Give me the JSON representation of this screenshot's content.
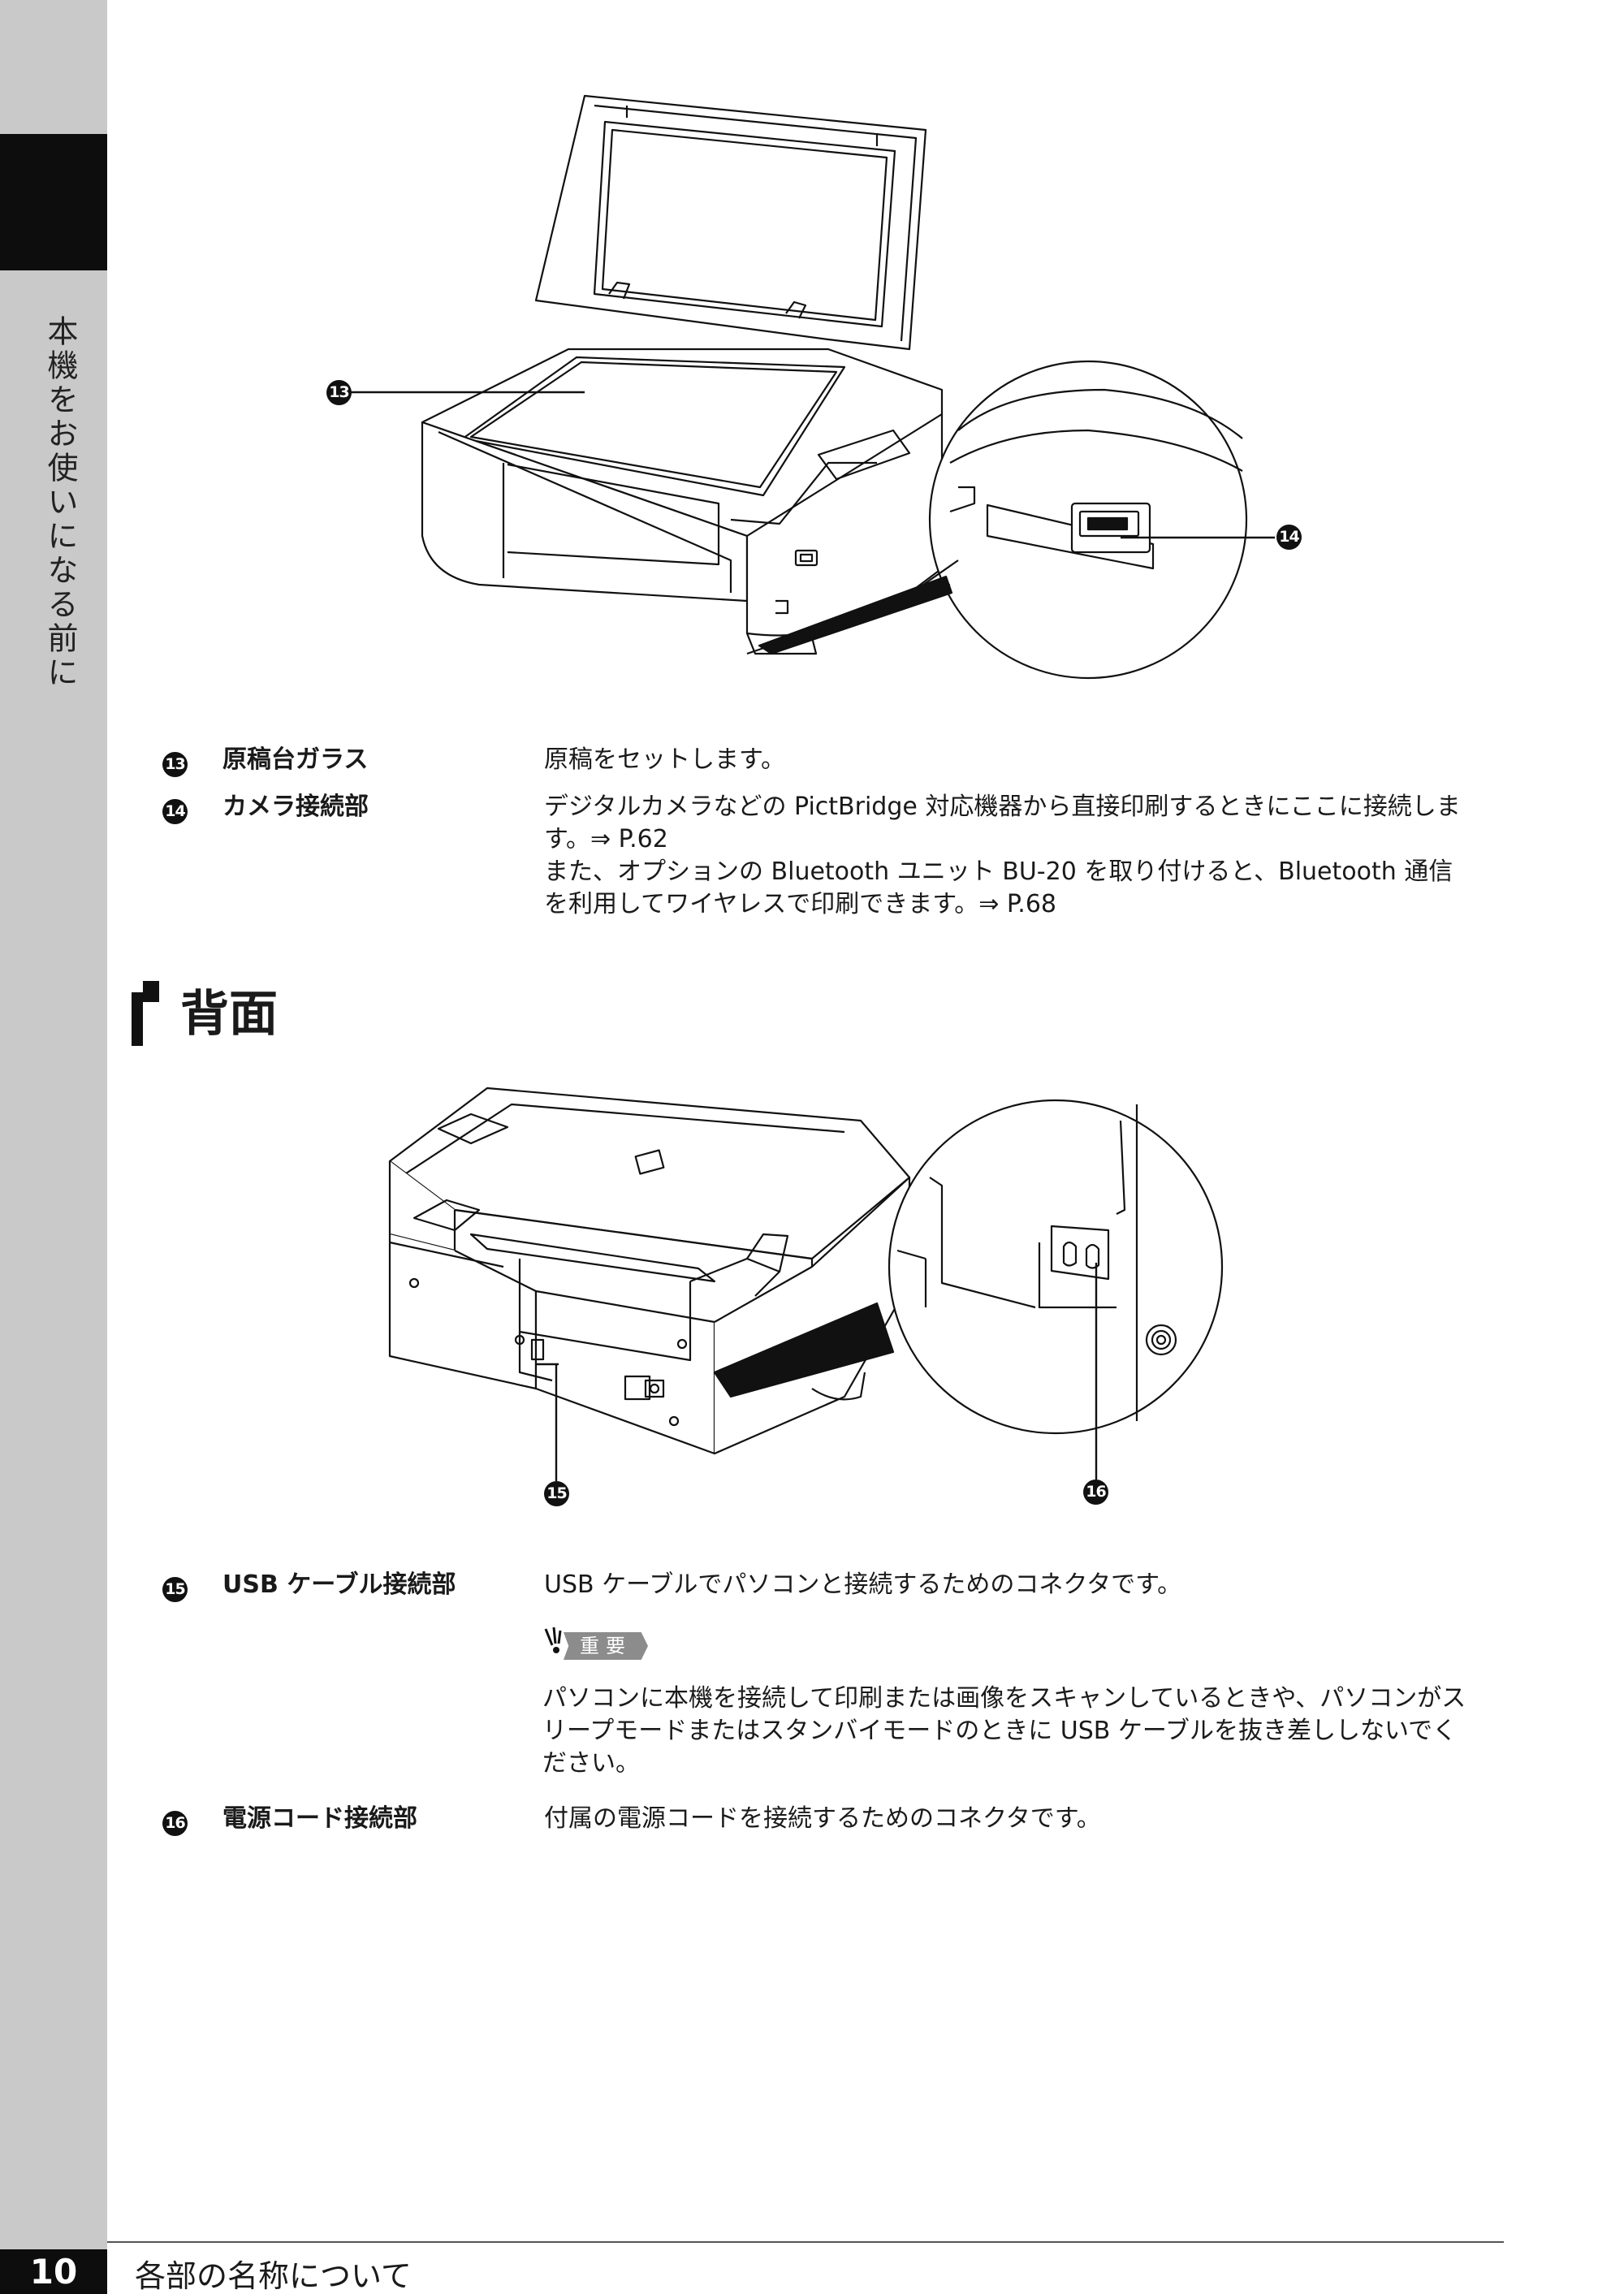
{
  "side_tab": {
    "label": "本機をお使いになる前に"
  },
  "top_figure": {
    "callouts": [
      {
        "number": "13"
      },
      {
        "number": "14"
      }
    ]
  },
  "parts_top": [
    {
      "number": "13",
      "name": "原稿台ガラス",
      "desc_lines": [
        "原稿をセットします。"
      ]
    },
    {
      "number": "14",
      "name": "カメラ接続部",
      "desc_lines": [
        "デジタルカメラなどの PictBridge 対応機器から直接印刷するときにここに接続しま",
        "す。⇒ P.62",
        "また、オプションの Bluetooth ユニット BU-20 を取り付けると、Bluetooth 通信",
        "を利用してワイヤレスで印刷できます。⇒ P.68"
      ]
    }
  ],
  "section": {
    "title": "背面"
  },
  "back_figure": {
    "callouts": [
      {
        "number": "15"
      },
      {
        "number": "16"
      }
    ]
  },
  "parts_back": [
    {
      "number": "15",
      "name": "USB ケーブル接続部",
      "desc_lines": [
        "USB ケーブルでパソコンと接続するためのコネクタです。"
      ]
    },
    {
      "number": "16",
      "name": "電源コード接続部",
      "desc_lines": [
        "付属の電源コードを接続するためのコネクタです。"
      ]
    }
  ],
  "important": {
    "badge": "重要",
    "lines": [
      "パソコンに本機を接続して印刷または画像をスキャンしているときや、パソコンがス",
      "リープモードまたはスタンバイモードのときに USB ケーブルを抜き差ししないでく",
      "ださい。"
    ]
  },
  "footer": {
    "page_number": "10",
    "chapter_title": "各部の名称について"
  }
}
